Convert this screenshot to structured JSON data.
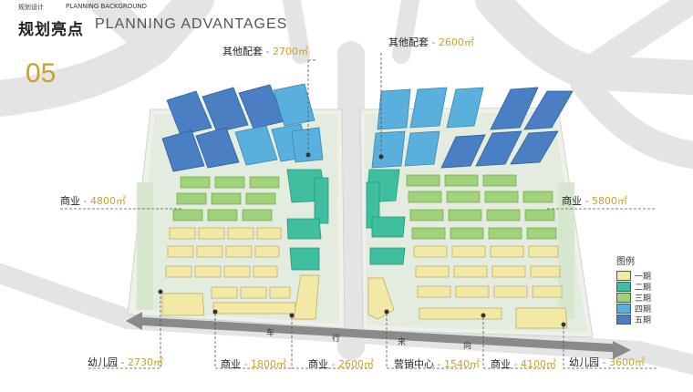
{
  "header": {
    "section_label": "规划设计",
    "section_sub": "PLANNING BACKGROUND",
    "title_zh": "规划亮点",
    "title_en": "PLANNING ADVANTAGES",
    "number": "05"
  },
  "annotations": {
    "other1": {
      "label": "其他配套",
      "sep": "-",
      "value": "2700㎡"
    },
    "other2": {
      "label": "其他配套",
      "sep": "-",
      "value": "2600㎡"
    },
    "commerce_left": {
      "label": "商业",
      "sep": "-",
      "value": "4800㎡"
    },
    "commerce_right": {
      "label": "商业",
      "sep": "-",
      "value": "5800㎡"
    },
    "kindergarten_left": {
      "label": "幼儿园",
      "sep": "-",
      "value": "2730㎡"
    },
    "commerce_b1": {
      "label": "商业",
      "sep": "-",
      "value": "1800㎡"
    },
    "commerce_b2": {
      "label": "商业",
      "sep": "-",
      "value": "2600㎡"
    },
    "sales_center": {
      "label": "营销中心",
      "sep": "-",
      "value": "1540㎡"
    },
    "commerce_b3": {
      "label": "商业",
      "sep": "-",
      "value": "4100㎡"
    },
    "kindergarten_right": {
      "label": "幼儿园",
      "sep": "-",
      "value": "3600㎡"
    }
  },
  "road": {
    "chars": [
      "车",
      "行",
      "来",
      "向"
    ]
  },
  "legend": {
    "title": "图例",
    "items": [
      {
        "label": "一期",
        "color": "#f2e9a6"
      },
      {
        "label": "二期",
        "color": "#3fbfa0"
      },
      {
        "label": "三期",
        "color": "#9fd27a"
      },
      {
        "label": "四期",
        "color": "#5ab0dd"
      },
      {
        "label": "五期",
        "color": "#4a7fc4"
      }
    ]
  },
  "colors": {
    "accent": "#c9a227",
    "road": "#e6e6e6",
    "ground": "#eef1ea"
  }
}
